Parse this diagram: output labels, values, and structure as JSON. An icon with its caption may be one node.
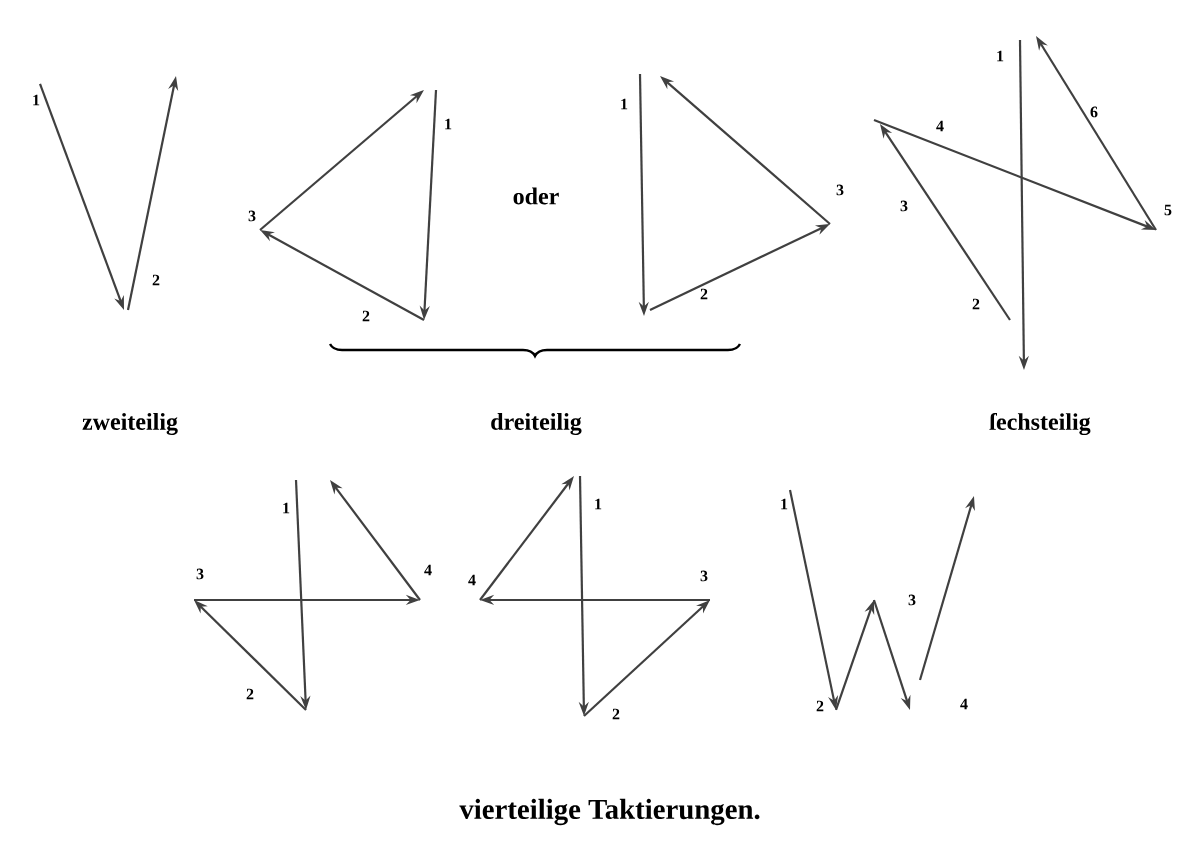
{
  "diagram": {
    "labels": [
      "1",
      "2",
      "1",
      "3",
      "2",
      "oder",
      "1",
      "3",
      "2",
      "1",
      "6",
      "4",
      "3",
      "5",
      "2",
      "zweiteilig",
      "dreiteilig",
      "ſechsteilig",
      "1",
      "3",
      "4",
      "2",
      "1",
      "4",
      "3",
      "2",
      "1",
      "2",
      "3",
      "4",
      "vierteilige Taktierungen."
    ]
  }
}
